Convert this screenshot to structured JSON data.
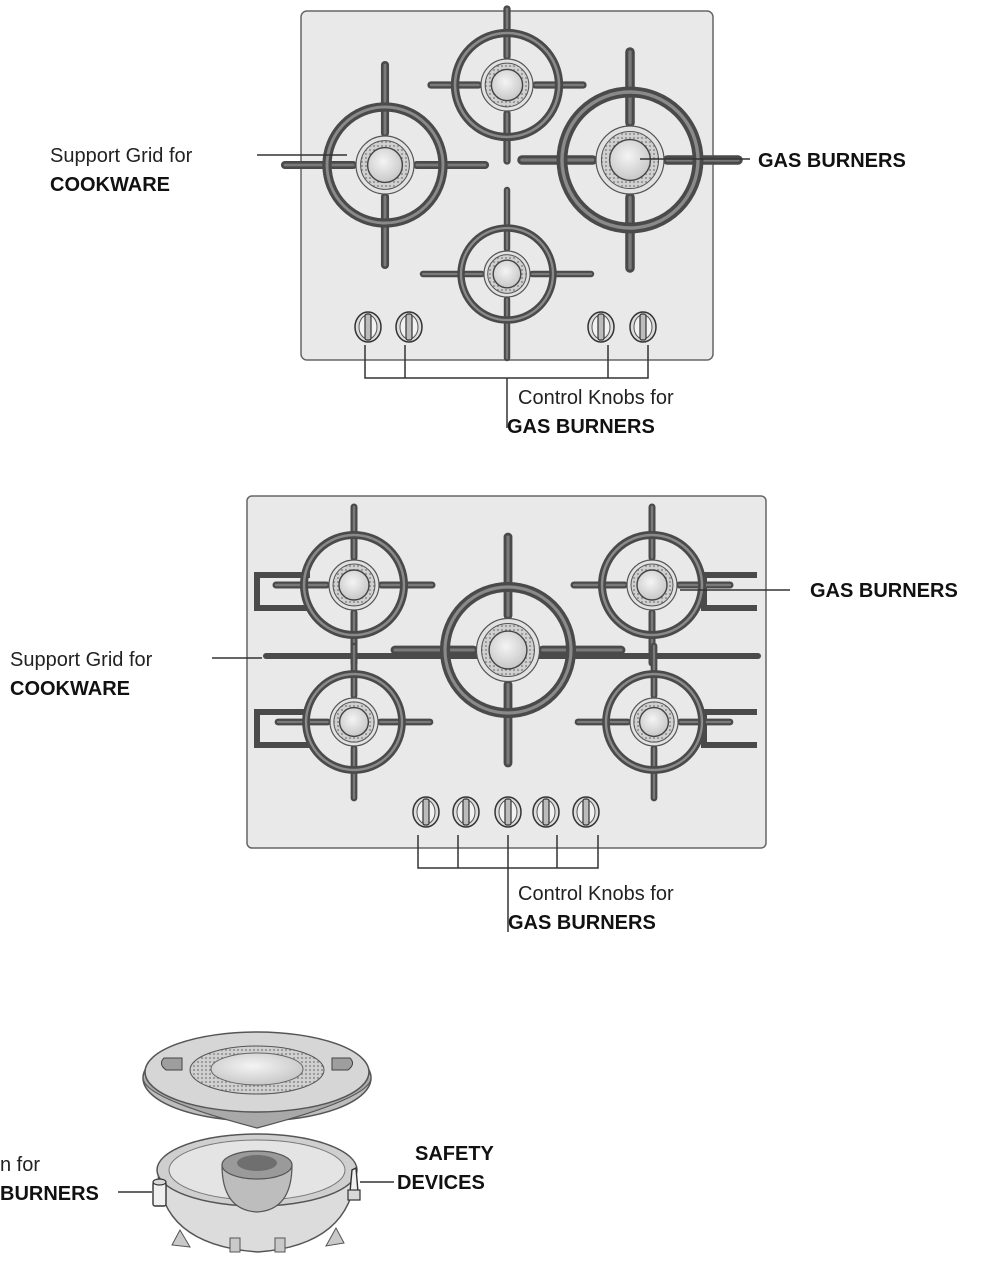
{
  "hob1": {
    "support_grid_line1": "Support Grid for",
    "support_grid_line2": "COOKWARE",
    "gas_burners": "GAS BURNERS",
    "knobs_line1": "Control Knobs for",
    "knobs_line2": "GAS BURNERS"
  },
  "hob2": {
    "support_grid_line1": "Support Grid for",
    "support_grid_line2": "COOKWARE",
    "gas_burners": "GAS BURNERS",
    "knobs_line1": "Control Knobs for",
    "knobs_line2": "GAS BURNERS"
  },
  "burner_detail": {
    "ignition_line1": "n for",
    "ignition_line2": "BURNERS",
    "safety_line1": "SAFETY",
    "safety_line2": "DEVICES"
  },
  "colors": {
    "panel": "#e9e9e9",
    "grid": "#4a4a4a",
    "outline": "#555555"
  }
}
